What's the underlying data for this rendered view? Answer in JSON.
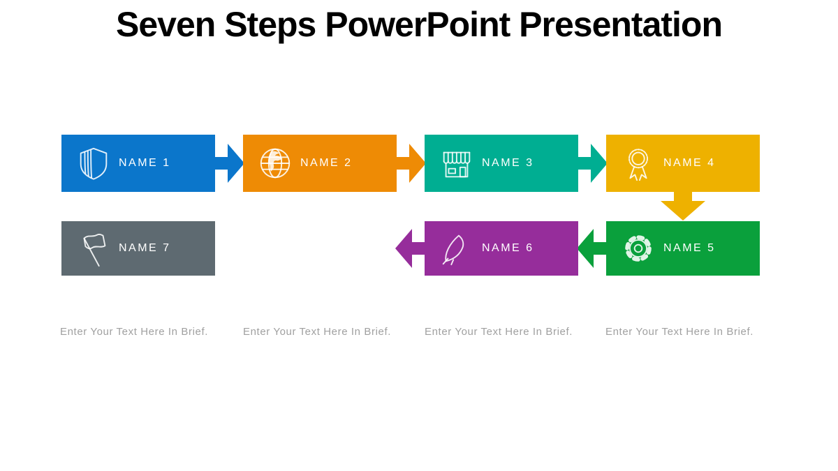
{
  "title": "Seven Steps PowerPoint Presentation",
  "steps": [
    {
      "label": "NAME 1",
      "color": "#0b76cb",
      "icon": "shield-icon"
    },
    {
      "label": "NAME 2",
      "color": "#ee8b05",
      "icon": "globe-icon"
    },
    {
      "label": "NAME 3",
      "color": "#00ae92",
      "icon": "storefront-icon"
    },
    {
      "label": "NAME 4",
      "color": "#eeb100",
      "icon": "award-ribbon-icon"
    },
    {
      "label": "NAME 5",
      "color": "#0aa03c",
      "icon": "gear-icon"
    },
    {
      "label": "NAME 6",
      "color": "#962d9b",
      "icon": "rocket-icon"
    },
    {
      "label": "NAME 7",
      "color": "#5e6a71",
      "icon": "flag-icon"
    }
  ],
  "captions": [
    {
      "text": "Enter Your Text Here In Brief."
    },
    {
      "text": "Enter Your Text Here In Brief."
    },
    {
      "text": "Enter Your Text Here In Brief."
    },
    {
      "text": "Enter Your Text Here In Brief."
    }
  ]
}
